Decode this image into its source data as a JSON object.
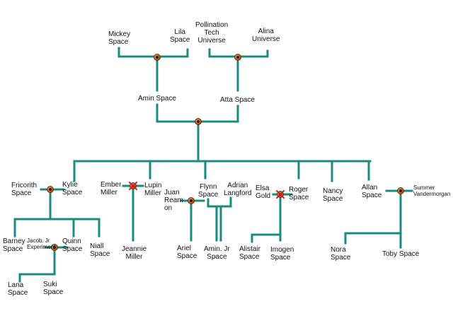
{
  "people": {
    "mickey": "Mickey\nSpace",
    "lila": "Lila\nSpace",
    "pollination": "Pollination\nTech\nUniverse",
    "alina": "Alina\nUniverse",
    "amin": "Amin Space",
    "atta": "Atta Space",
    "fricorith": "Fricorith\nSpace",
    "kylie": "Kylie\nSpace",
    "ember": "Ember\nMiller",
    "lupin": "Lupin\nMiller",
    "juan": "Juan\nReam\non",
    "flynn": "Flynn\nSpace",
    "adrian": "Adrian\nLangford",
    "elsa": "Elsa\nGold",
    "roger": "Roger\nSpace",
    "nancy": "Nancy\nSpace",
    "allan": "Allan\nSpace",
    "summer": "Summer\nVandermorgan",
    "barney": "Barney\nSpace",
    "jacob": "Jacob. Jr\nExperiment",
    "quinn": "Quinn\nSpace",
    "niall": "Niall\nSpace",
    "jeannie": "Jeannie\nMiller",
    "ariel": "Ariel\nSpace",
    "amin_jr": "Amin. Jr\nSpace",
    "alistair": "Alistair\nSpace",
    "imogen": "Imogen\nSpace",
    "nora": "Nora\nSpace",
    "toby": "Toby Space",
    "lana": "Lana\nSpace",
    "suki": "Suki\nSpace"
  },
  "colors": {
    "line": "#1a8a80"
  }
}
